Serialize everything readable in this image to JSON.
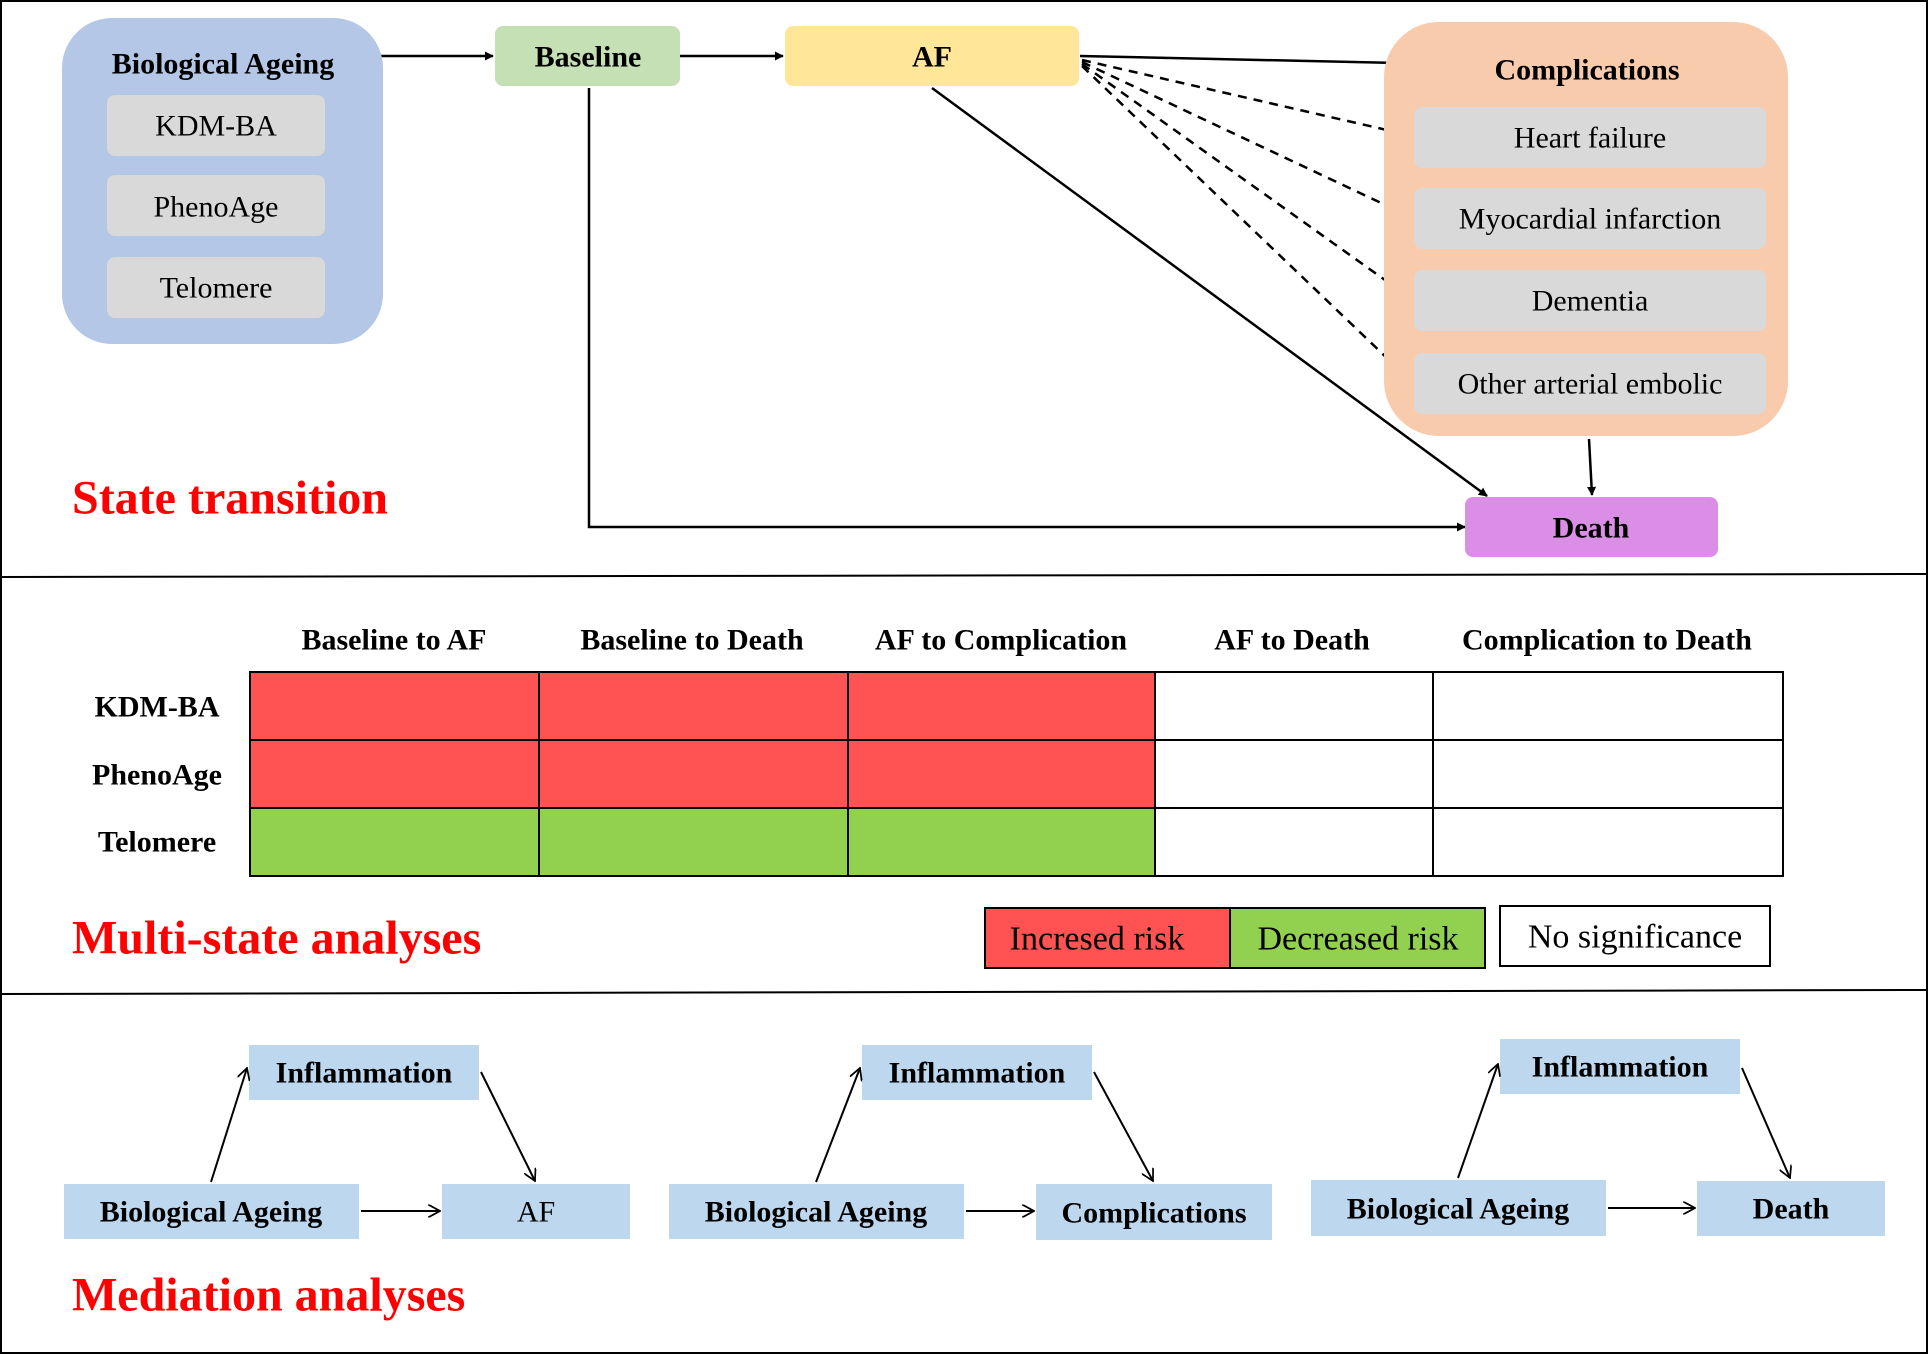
{
  "state_transition": {
    "section_title": "State transition",
    "ageing_group": {
      "title": "Biological Ageing",
      "items": [
        "KDM-BA",
        "PhenoAge",
        "Telomere"
      ]
    },
    "baseline": "Baseline",
    "af": "AF",
    "complications_group": {
      "title": "Complications",
      "items": [
        "Heart failure",
        "Myocardial infarction",
        "Dementia",
        "Other arterial embolic"
      ]
    },
    "death": "Death"
  },
  "multi_state": {
    "section_title": "Multi-state analyses",
    "column_headers": [
      "Baseline to AF",
      "Baseline to Death",
      "AF to Complication",
      "AF to Death",
      "Complication to Death"
    ],
    "rows": [
      {
        "label": "KDM-BA",
        "cells": [
          "increased",
          "increased",
          "increased",
          "none",
          "none"
        ]
      },
      {
        "label": "PhenoAge",
        "cells": [
          "increased",
          "increased",
          "increased",
          "none",
          "none"
        ]
      },
      {
        "label": "Telomere",
        "cells": [
          "decreased",
          "decreased",
          "decreased",
          "none",
          "none"
        ]
      }
    ],
    "legend": [
      {
        "key": "increased",
        "label": "Incresed risk",
        "color": "#ff5252"
      },
      {
        "key": "decreased",
        "label": "Decreased risk",
        "color": "#92d050"
      },
      {
        "key": "none",
        "label": "No significance",
        "color": "#ffffff"
      }
    ]
  },
  "mediation": {
    "section_title": "Mediation analyses",
    "diagrams": [
      {
        "exposure": "Biological Ageing",
        "mediator": "Inflammation",
        "outcome": "AF"
      },
      {
        "exposure": "Biological Ageing",
        "mediator": "Inflammation",
        "outcome": "Complications"
      },
      {
        "exposure": "Biological Ageing",
        "mediator": "Inflammation",
        "outcome": "Death"
      }
    ]
  },
  "colors": {
    "section_title": "#ff0000",
    "ageing_group_fill": "#b4c7e7",
    "item_fill": "#d9d9d9",
    "baseline_fill": "#c5e0b4",
    "af_fill": "#ffe699",
    "complications_fill": "#f8cbad",
    "death_fill": "#da8ee6",
    "mediation_box_fill": "#bdd7ee"
  }
}
